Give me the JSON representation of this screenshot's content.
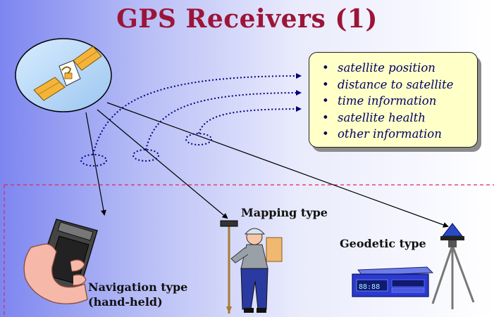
{
  "title": "GPS Receivers (1)",
  "info_items": [
    "satellite position",
    "distance to satellite",
    "time information",
    "satellite health",
    "other information"
  ],
  "receivers": {
    "navigation": {
      "line1": "Navigation type",
      "line2": "(hand-held)"
    },
    "mapping": "Mapping type",
    "geodetic": "Geodetic type"
  },
  "colors": {
    "title": "#9c1538",
    "bullet_text": "#000066",
    "info_box_fill": "#ffffc8",
    "divider": "#e0245a",
    "signal": "#000080"
  },
  "icons": [
    "satellite-icon",
    "handheld-gps-icon",
    "surveyor-icon",
    "geodetic-receiver-icon",
    "tripod-antenna-icon"
  ]
}
